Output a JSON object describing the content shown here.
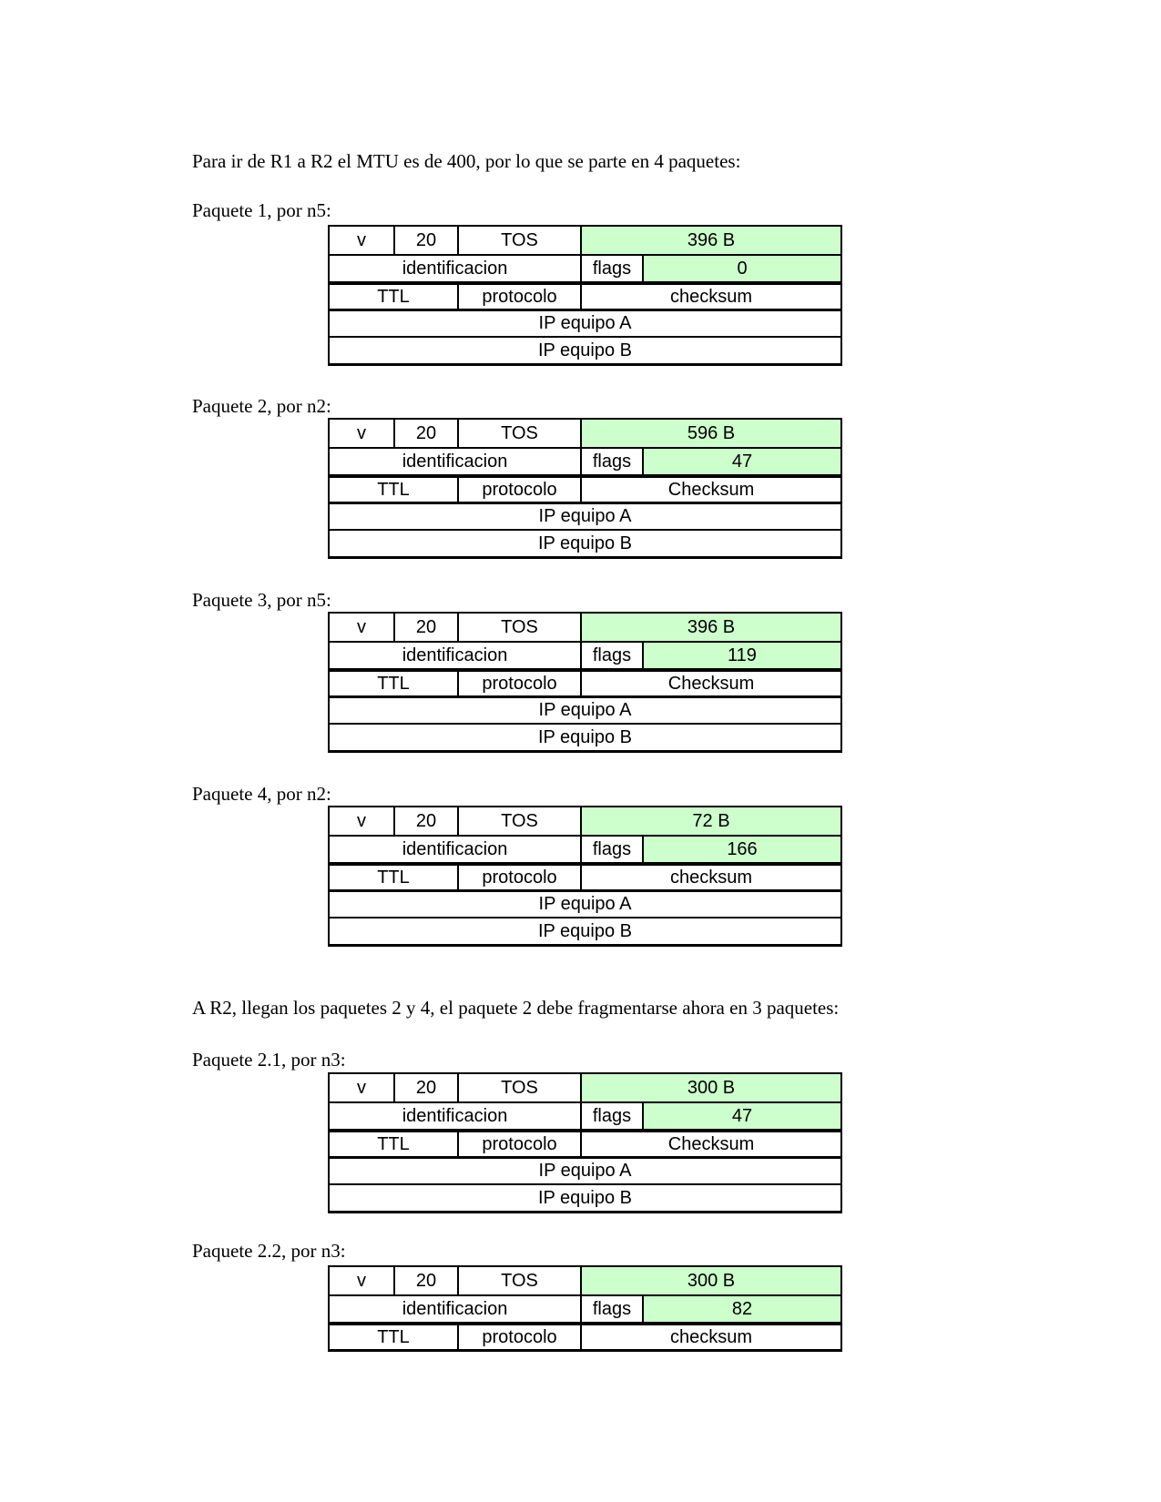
{
  "page": {
    "intro_paragraph": "Para ir de R1 a R2 el MTU es de 400, por lo que se parte en 4 paquetes:",
    "middle_paragraph": "A R2, llegan los paquetes 2 y 4, el paquete 2 debe fragmentarse ahora en 3 paquetes:"
  },
  "field_labels": {
    "version": "v",
    "header_length": "20",
    "tos": "TOS",
    "identification": "identificacion",
    "flags": "flags",
    "ttl": "TTL",
    "protocol": "protocolo",
    "ip_source": "IP equipo A",
    "ip_destination": "IP equipo B"
  },
  "colors": {
    "highlight_green": "#ccffcc",
    "border_black": "#000000"
  },
  "packets": [
    {
      "label": "Paquete 1, por n5:",
      "size": "396 B",
      "flags_value": "0",
      "checksum_label": "checksum"
    },
    {
      "label": "Paquete 2, por n2:",
      "size": "596 B",
      "flags_value": "47",
      "checksum_label": "Checksum"
    },
    {
      "label": "Paquete 3, por n5:",
      "size": "396 B",
      "flags_value": "119",
      "checksum_label": "Checksum"
    },
    {
      "label": "Paquete 4, por n2:",
      "size": "72 B",
      "flags_value": "166",
      "checksum_label": "checksum"
    },
    {
      "label": "Paquete 2.1, por n3:",
      "size": "300 B",
      "flags_value": "47",
      "checksum_label": "Checksum"
    },
    {
      "label": "Paquete 2.2, por n3:",
      "size": "300 B",
      "flags_value": "82",
      "checksum_label": "checksum"
    }
  ]
}
